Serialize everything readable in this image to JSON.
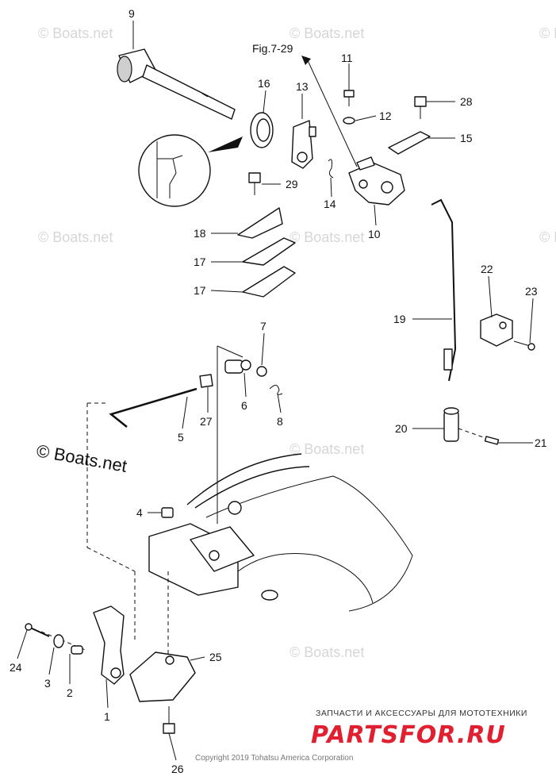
{
  "callouts": {
    "p1": "1",
    "p2": "2",
    "p3": "3",
    "p4": "4",
    "p5": "5",
    "p6": "6",
    "p7": "7",
    "p8": "8",
    "p9": "9",
    "p10": "10",
    "p11": "11",
    "p12": "12",
    "p13": "13",
    "p14": "14",
    "p15": "15",
    "p16": "16",
    "p17a": "17",
    "p17b": "17",
    "p18": "18",
    "p19": "19",
    "p20": "20",
    "p21": "21",
    "p22": "22",
    "p23": "23",
    "p24": "24",
    "p25": "25",
    "p26": "26",
    "p27": "27",
    "p28": "28",
    "p29": "29"
  },
  "fig_ref": "Fig.7-29",
  "watermark": "© Boats.net",
  "copyright": "Copyright 2019 Tohatsu America Corporation",
  "brand": {
    "tagline": "ЗАПЧАСТИ И АКСЕССУАРЫ ДЛЯ МОТОТЕХНИКИ",
    "name": "PARTSFOR.RU"
  }
}
